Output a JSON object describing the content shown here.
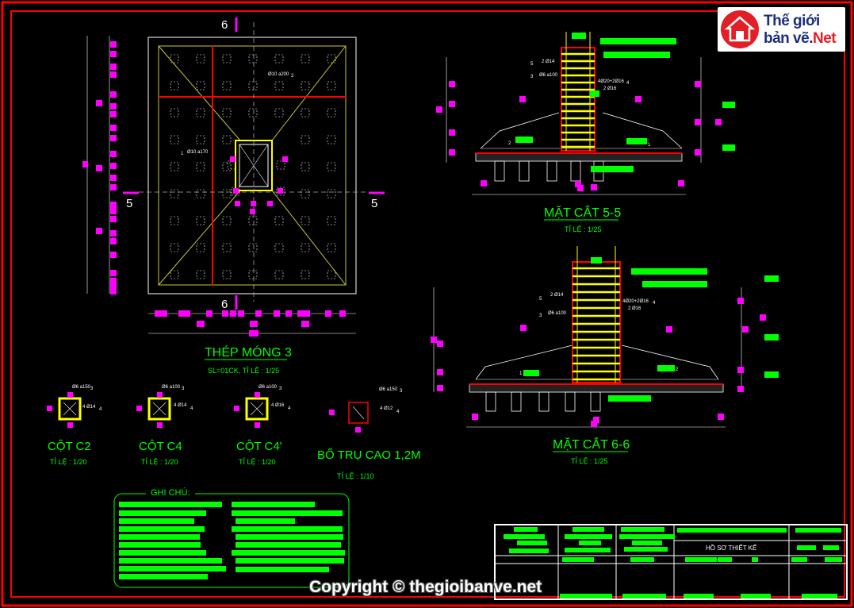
{
  "drawing": {
    "plan_title": "THÉP MÓNG 3",
    "plan_subtitle": "SL=01CK, TỈ LỆ : 1/25",
    "section_markers": {
      "top": "6",
      "bottom": "6",
      "left": "5",
      "right": "5"
    },
    "rebar_plan_1": "Ø10 a200",
    "rebar_plan_1_num": "2",
    "rebar_plan_2": "Ø10 a170",
    "rebar_plan_2_num": "1",
    "section_55": {
      "title": "MẶT CẮT 5-5",
      "scale": "TỈ LỆ : 1/25",
      "r1": "2 Ø14",
      "r1_num": "5",
      "r2": "Ø6 a100",
      "r2_num": "3",
      "r3": "4Ø20+2Ø16",
      "r3_num": "4",
      "r4": "2 Ø16",
      "n1": "1",
      "n2": "2"
    },
    "section_66": {
      "title": "MẶT CẮT 6-6",
      "scale": "TỈ LỆ : 1/25",
      "r1": "2 Ø14",
      "r1_num": "5",
      "r2": "Ø6 a100",
      "r2_num": "3",
      "r3": "4Ø20+2Ø16",
      "r3_num": "4",
      "r4": "2 Ø16",
      "n1": "1",
      "n2": "2"
    },
    "columns": [
      {
        "title": "CỘT C2",
        "scale": "TỈ LỆ : 1/20",
        "stirrup": "Ø6 a150",
        "stirrup_num": "3",
        "bars": "4 Ø14",
        "bars_num": "4"
      },
      {
        "title": "CỘT C4",
        "scale": "TỈ LỆ : 1/20",
        "stirrup": "Ø6 a100",
        "stirrup_num": "3",
        "bars": "4 Ø14",
        "bars_num": "4"
      },
      {
        "title": "CỘT C4'",
        "scale": "TỈ LỆ : 1/20",
        "stirrup": "Ø6 a100",
        "stirrup_num": "3",
        "bars": "4 Ø16",
        "bars_num": "4"
      }
    ],
    "pier": {
      "title": "BỔ TRỤ CAO 1,2M",
      "scale": "TỈ LỆ : 1/10",
      "stirrup": "Ø6 a150",
      "stirrup_num": "3",
      "bars": "4 Ø12",
      "bars_num": "4"
    },
    "notes_title": "GHI CHÚ:",
    "title_block_label": "HỒ SƠ THIẾT KẾ"
  },
  "logo": {
    "line1": "Thế giới",
    "line2": "bản vẽ.",
    "line2_accent": "Net"
  },
  "watermark": "Copyright © thegioibanve.net",
  "colors": {
    "background": "#000000",
    "frame": "#ff0000",
    "label": "#00ff00",
    "dimension": "#ff00ff",
    "rebar": "#ffff00",
    "grid": "#ffffff"
  }
}
